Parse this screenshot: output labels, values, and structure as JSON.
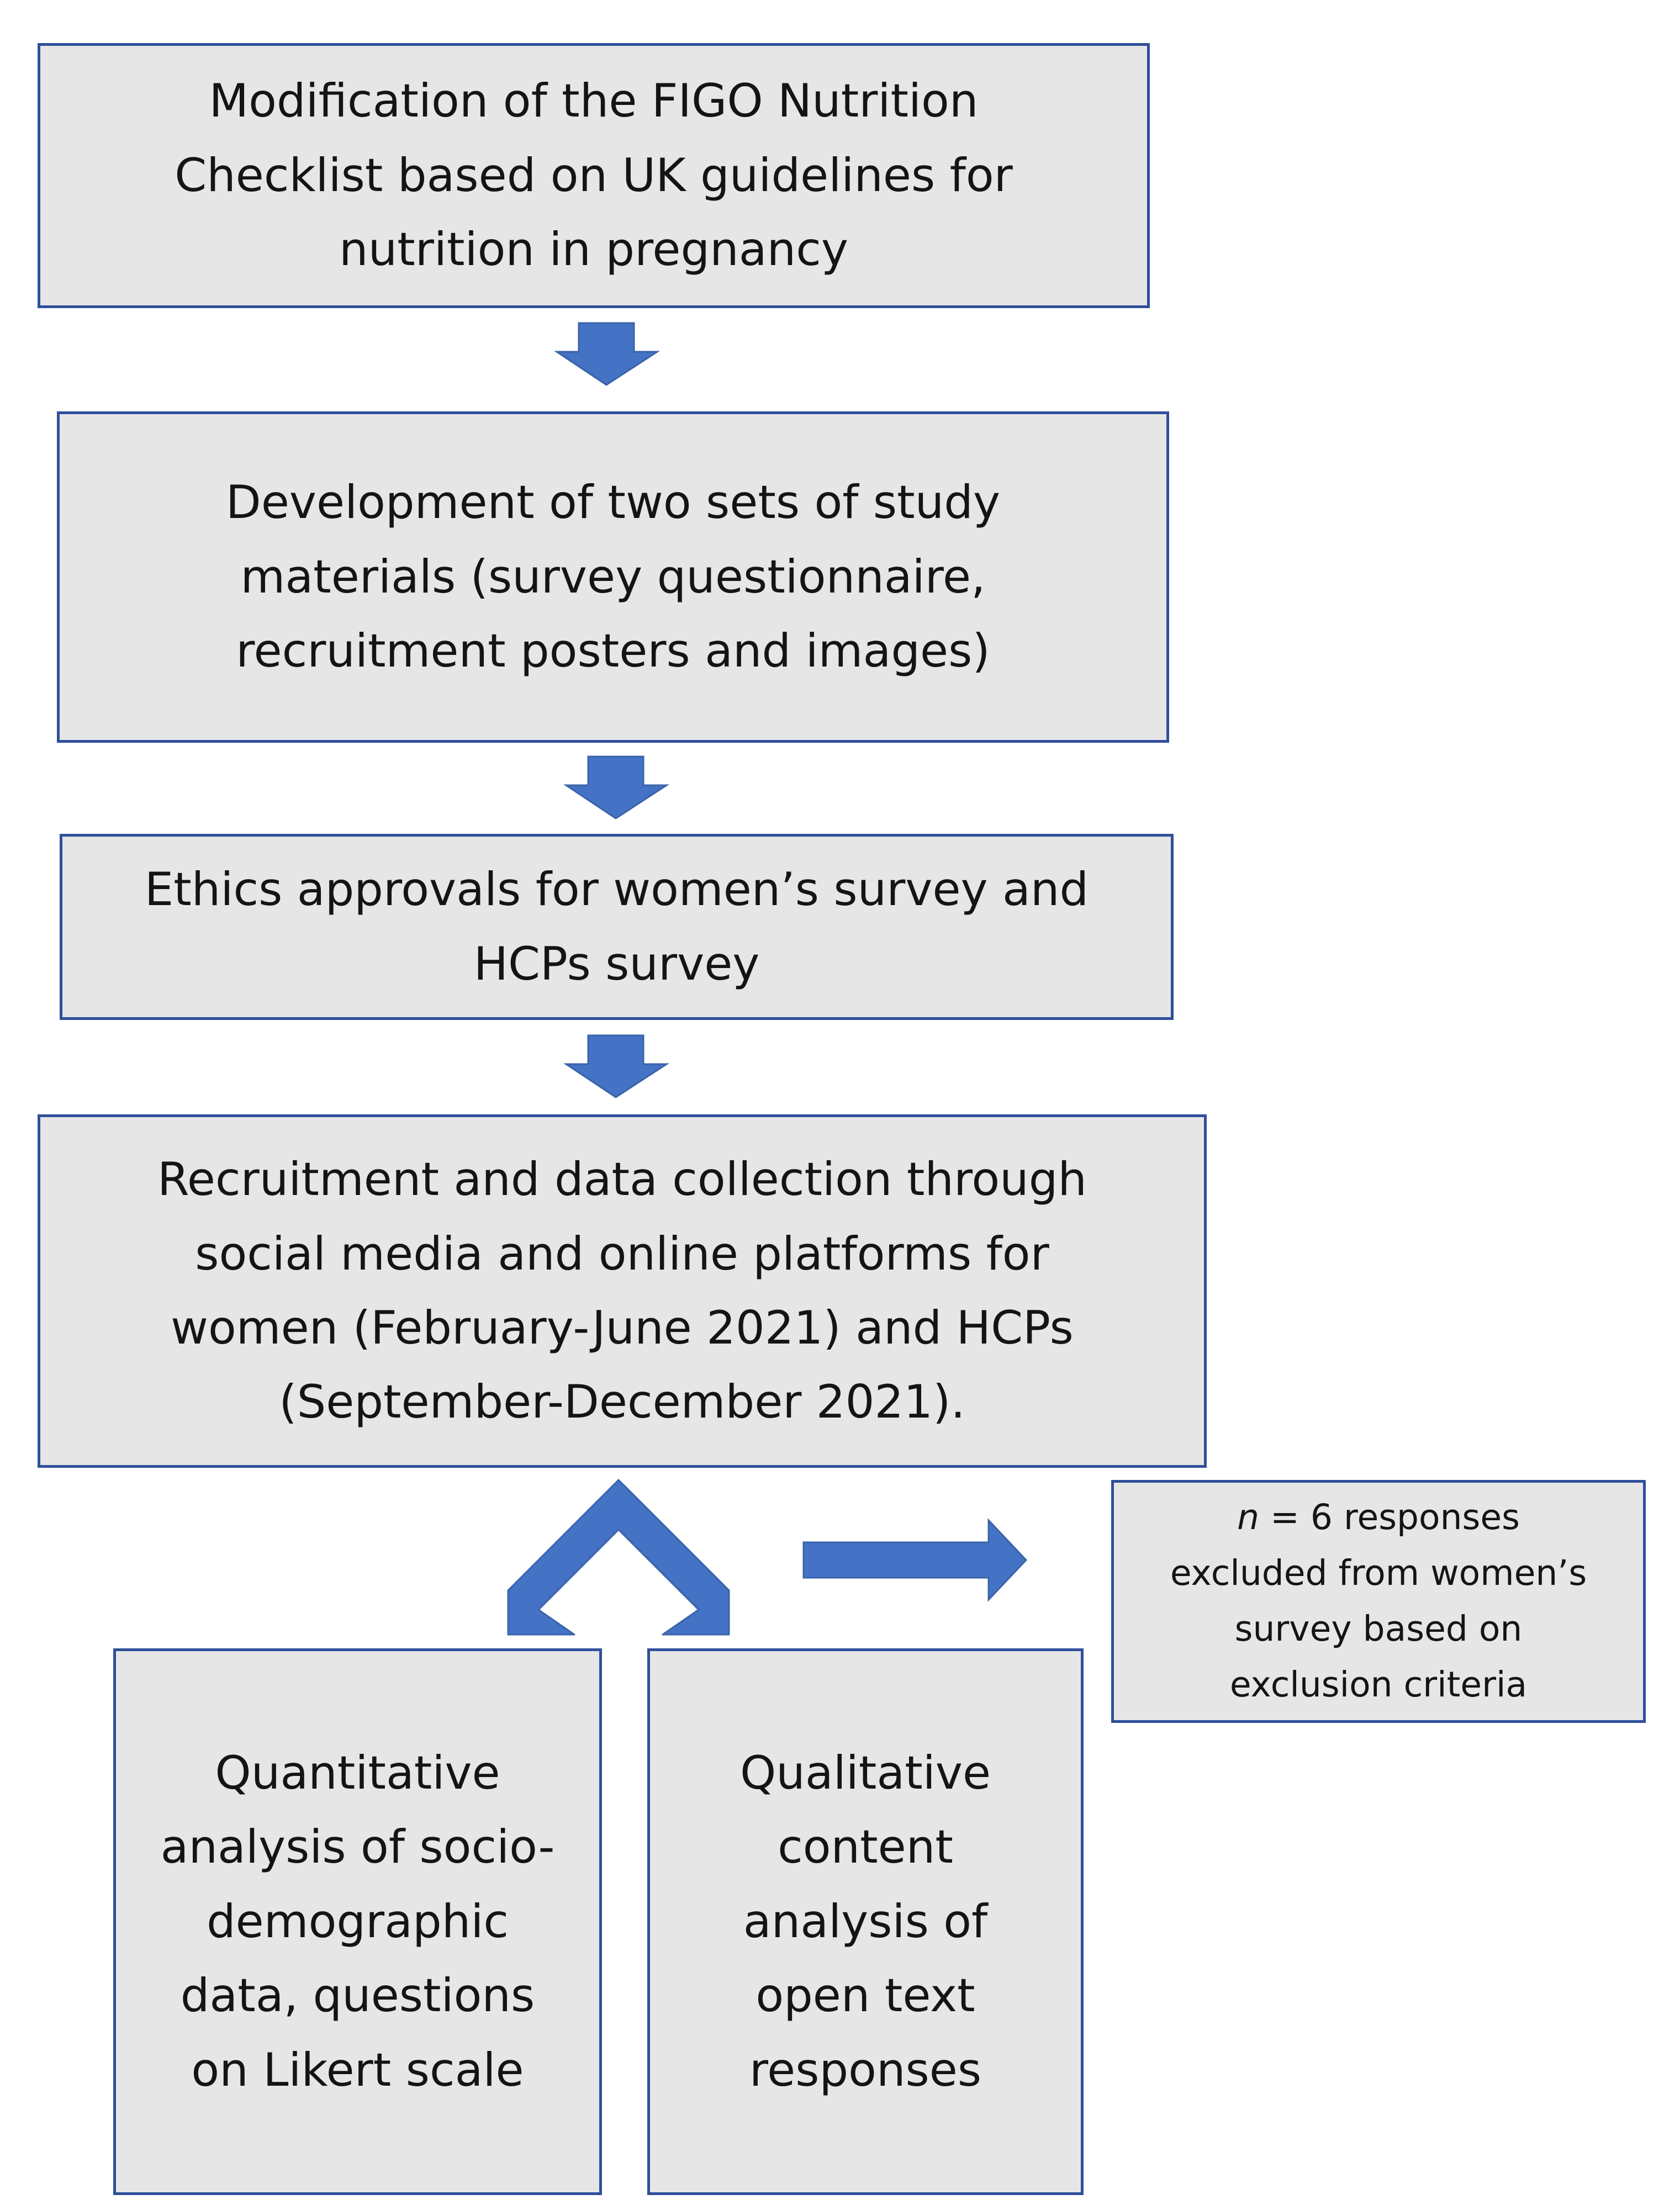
{
  "diagram": {
    "boxes": [
      {
        "id": "modification",
        "lines": [
          "Modification of the FIGO Nutrition",
          "Checklist based on UK guidelines for",
          "nutrition in pregnancy"
        ]
      },
      {
        "id": "development",
        "lines": [
          "Development of two sets of study",
          "materials (survey questionnaire,",
          "recruitment posters and images)"
        ]
      },
      {
        "id": "ethics",
        "lines": [
          "Ethics approvals for women’s survey and",
          "HCPs survey"
        ]
      },
      {
        "id": "recruitment",
        "lines": [
          "Recruitment and data collection through",
          "social media and online platforms for",
          "women (February-June 2021) and HCPs",
          "(September-December 2021)."
        ]
      },
      {
        "id": "quantitative",
        "lines": [
          "Quantitative",
          "analysis of socio-",
          "demographic",
          "data, questions",
          "on Likert scale"
        ]
      },
      {
        "id": "qualitative",
        "lines": [
          "Qualitative",
          "content",
          "analysis of",
          "open text",
          "responses"
        ]
      },
      {
        "id": "exclusion",
        "lines_first_italic": "n",
        "lines_first_rest": " = 6 responses",
        "lines": [
          "excluded from women’s",
          "survey based on",
          "exclusion criteria"
        ]
      }
    ],
    "colors": {
      "box_fill": "#e6e6e6",
      "box_border": "#2f4f9a",
      "arrow_fill": "#4472c4",
      "text": "#141414"
    }
  }
}
